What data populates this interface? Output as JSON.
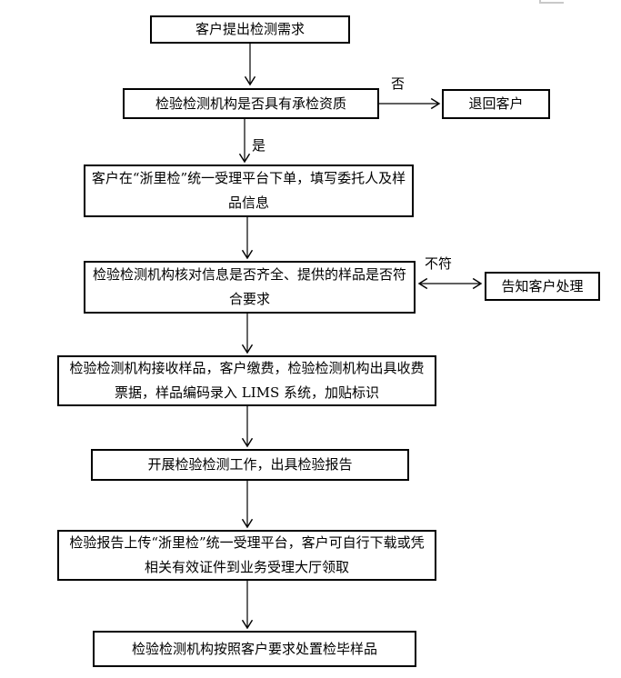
{
  "diagram_type": "flowchart",
  "colors": {
    "background": "#ffffff",
    "box_border": "#000000",
    "arrow": "#000000",
    "text": "#000000",
    "table_handle": "#c9c9c9"
  },
  "nodes": {
    "start": {
      "label": "客户提出检测需求"
    },
    "qualification_check": {
      "label": "检验检测机构是否具有承检资质"
    },
    "return_customer": {
      "label": "退回客户"
    },
    "place_order": {
      "label": "客户在“浙里检”统一受理平台下单，填写委托人及样品信息"
    },
    "verify_info": {
      "label": "检验检测机构核对信息是否齐全、提供的样品是否符合要求"
    },
    "notify_customer": {
      "label": "告知客户处理"
    },
    "receive_sample": {
      "label": "检验检测机构接收样品，客户缴费，检验检测机构出具收费票据，样品编码录入 LIMS 系统，加贴标识"
    },
    "conduct_test": {
      "label": "开展检验检测工作，出具检验报告"
    },
    "upload_report": {
      "label": "检验报告上传“浙里检”统一受理平台，客户可自行下载或凭相关有效证件到业务受理大厅领取"
    },
    "dispose_sample": {
      "label": "检验检测机构按照客户要求处置检毕样品"
    }
  },
  "edge_labels": {
    "no": "否",
    "yes": "是",
    "mismatch": "不符"
  }
}
